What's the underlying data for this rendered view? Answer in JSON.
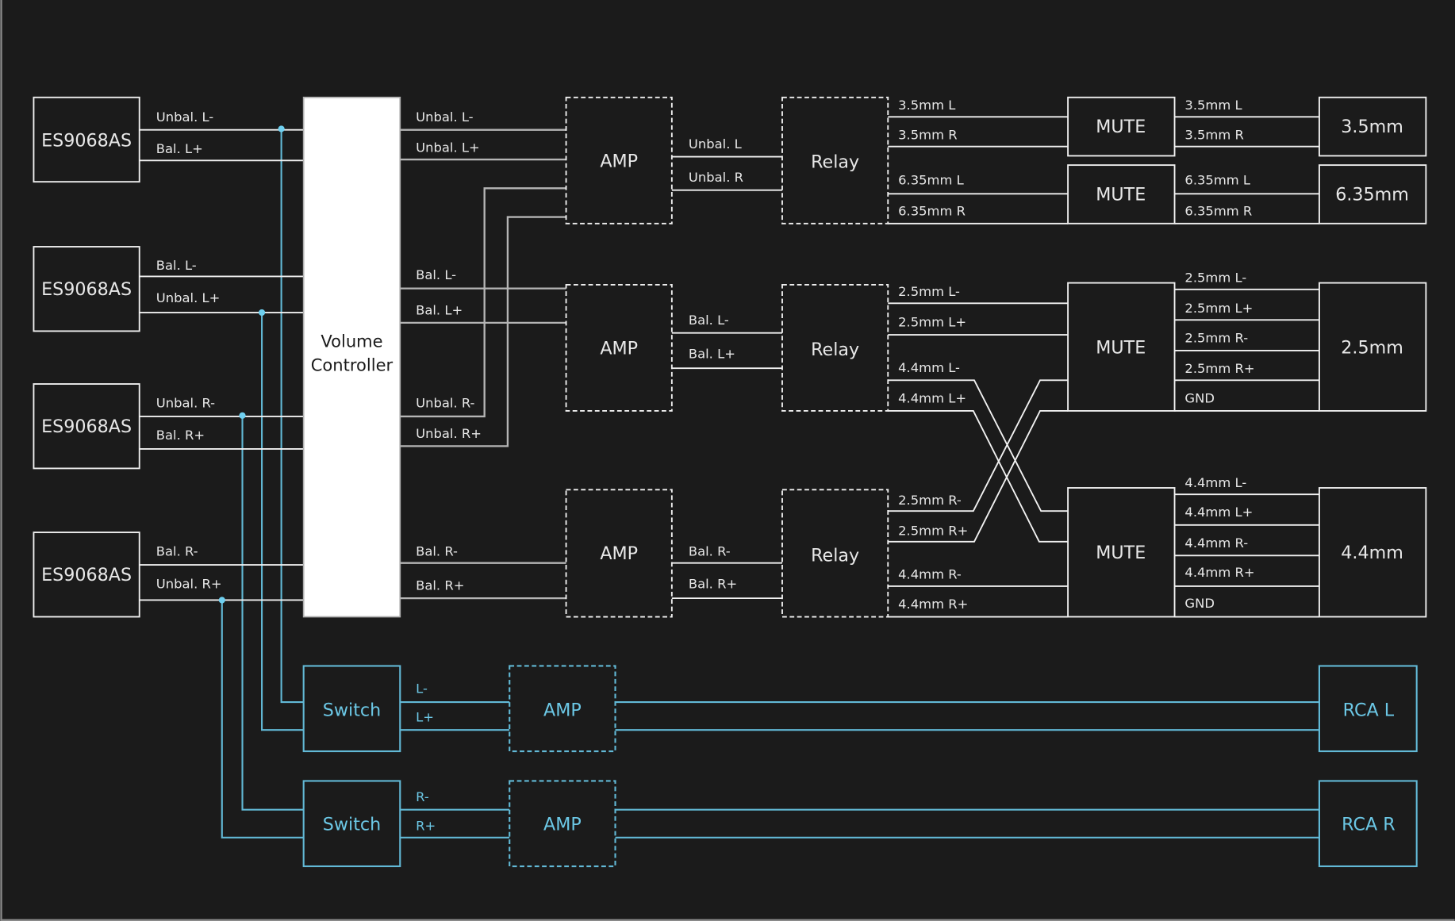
{
  "title": "ES9068AS DAC audio signal path block diagram",
  "colors": {
    "background": "#1b1b1b",
    "primary_line": "#f2f2f2",
    "secondary_line": "#b5b5b5",
    "rca_path": "#62b9d6",
    "junction_dot": "#6fd0f0",
    "volume_controller_fill": "#ffffff"
  },
  "dacs": [
    {
      "label": "ES9068AS",
      "outputs": [
        "Unbal. L-",
        "Bal. L+"
      ]
    },
    {
      "label": "ES9068AS",
      "outputs": [
        "Bal. L-",
        "Unbal. L+"
      ]
    },
    {
      "label": "ES9068AS",
      "outputs": [
        "Unbal. R-",
        "Bal. R+"
      ]
    },
    {
      "label": "ES9068AS",
      "outputs": [
        "Bal. R-",
        "Unbal. R+"
      ]
    }
  ],
  "volume_controller": {
    "label_line1": "Volume",
    "label_line2": "Controller"
  },
  "vc_outputs": [
    "Unbal. L-",
    "Unbal. L+",
    "Bal. L-",
    "Bal. L+",
    "Unbal. R-",
    "Unbal. R+",
    "Bal. R-",
    "Bal. R+"
  ],
  "amps": [
    {
      "label": "AMP",
      "outputs": [
        "Unbal. L",
        "Unbal. R"
      ]
    },
    {
      "label": "AMP",
      "outputs": [
        "Bal. L-",
        "Bal. L+"
      ]
    },
    {
      "label": "AMP",
      "outputs": [
        "Bal. R-",
        "Bal. R+"
      ]
    }
  ],
  "relays": [
    {
      "label": "Relay",
      "outputs": [
        "3.5mm L",
        "3.5mm R",
        "6.35mm L",
        "6.35mm R"
      ]
    },
    {
      "label": "Relay",
      "outputs": [
        "2.5mm L-",
        "2.5mm L+",
        "4.4mm L-",
        "4.4mm L+"
      ]
    },
    {
      "label": "Relay",
      "outputs": [
        "2.5mm R-",
        "2.5mm R+",
        "4.4mm R-",
        "4.4mm R+"
      ]
    }
  ],
  "mutes": [
    {
      "label": "MUTE",
      "outputs": [
        "3.5mm L",
        "3.5mm R"
      ]
    },
    {
      "label": "MUTE",
      "outputs": [
        "6.35mm L",
        "6.35mm R"
      ]
    },
    {
      "label": "MUTE",
      "outputs": [
        "2.5mm L-",
        "2.5mm L+",
        "2.5mm R-",
        "2.5mm R+",
        "GND"
      ]
    },
    {
      "label": "MUTE",
      "outputs": [
        "4.4mm L-",
        "4.4mm L+",
        "4.4mm R-",
        "4.4mm R+",
        "GND"
      ]
    }
  ],
  "jacks": [
    "3.5mm",
    "6.35mm",
    "2.5mm",
    "4.4mm"
  ],
  "rca_paths": [
    {
      "switch": "Switch",
      "signals": [
        "L-",
        "L+"
      ],
      "amp": "AMP",
      "output": "RCA L"
    },
    {
      "switch": "Switch",
      "signals": [
        "R-",
        "R+"
      ],
      "amp": "AMP",
      "output": "RCA R"
    }
  ]
}
